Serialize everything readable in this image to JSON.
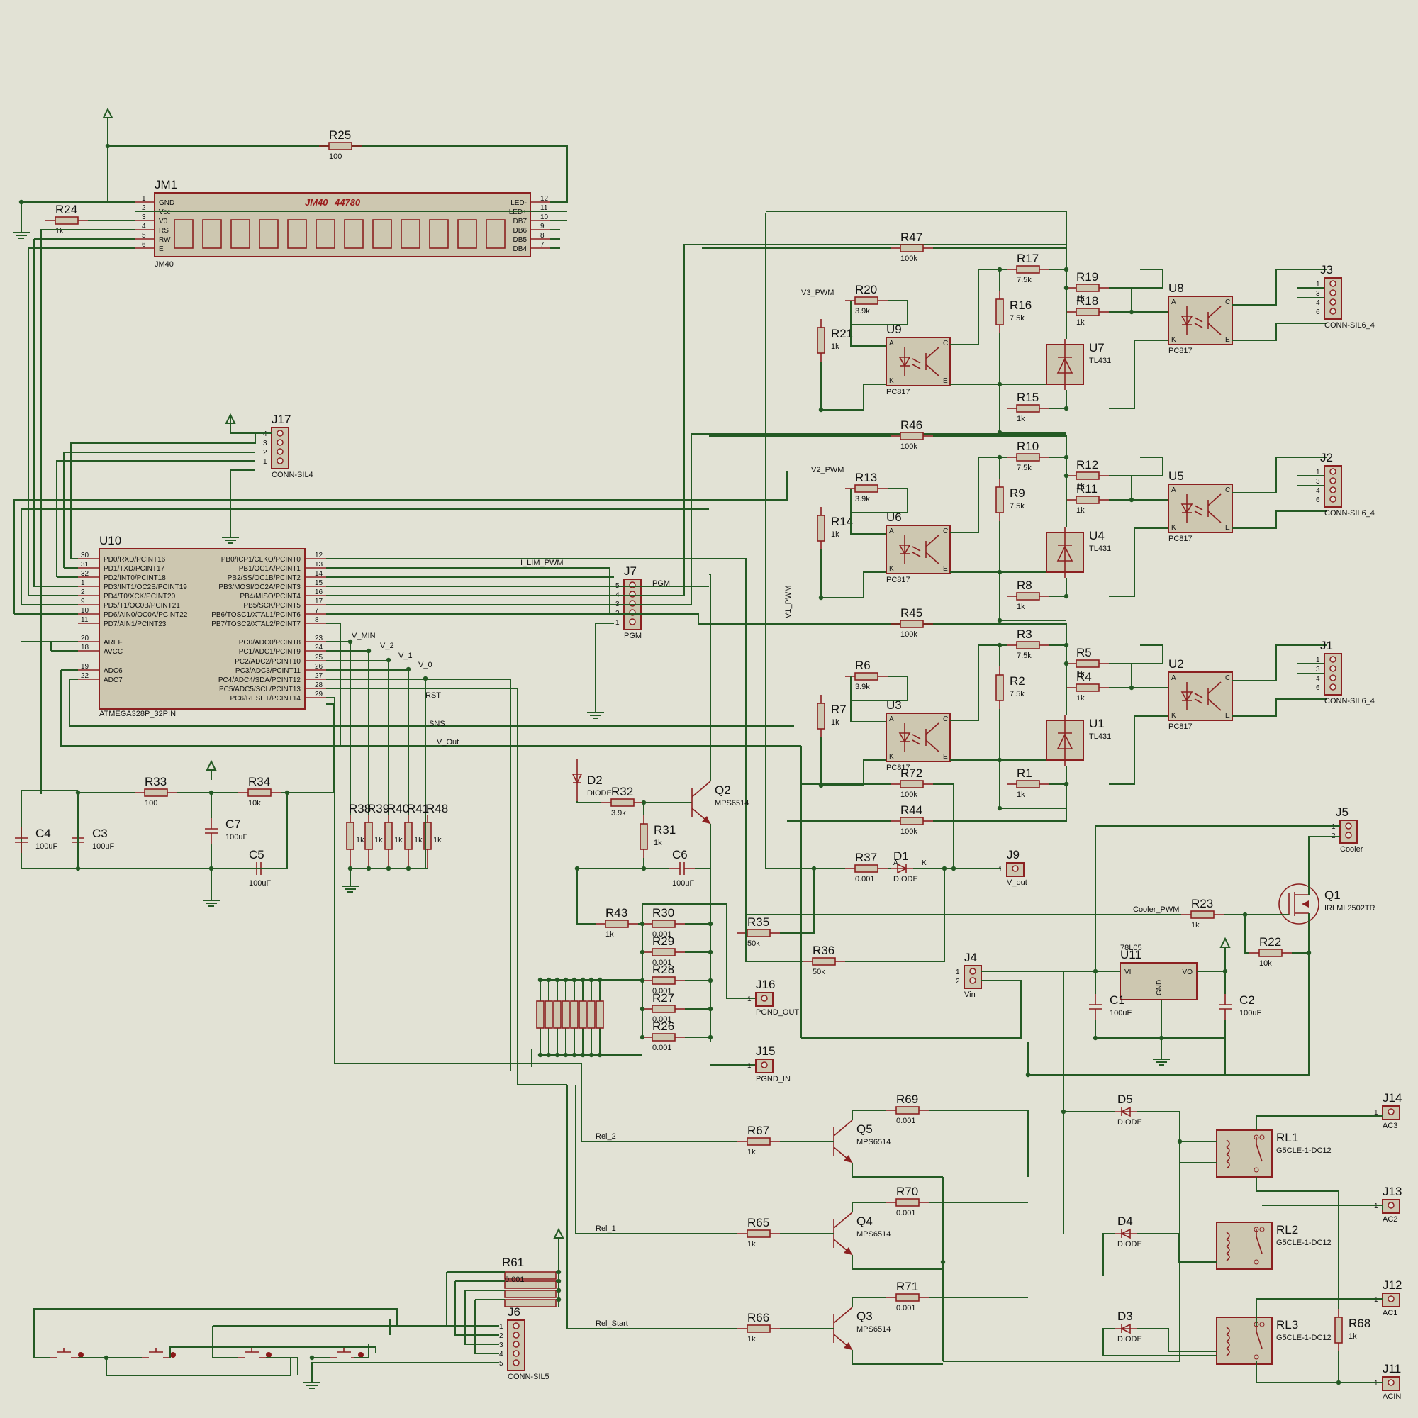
{
  "lcd": {
    "ref": "JM1",
    "value": "JM40",
    "title_a": "JM40",
    "title_b": "44780",
    "left_pins": [
      [
        "1",
        "GND"
      ],
      [
        "2",
        "Vcc"
      ],
      [
        "3",
        "V0"
      ],
      [
        "4",
        "RS"
      ],
      [
        "5",
        "RW"
      ],
      [
        "6",
        "E"
      ]
    ],
    "right_pins": [
      [
        "12",
        "LED-"
      ],
      [
        "11",
        "LED+"
      ],
      [
        "10",
        "DB7"
      ],
      [
        "9",
        "DB6"
      ],
      [
        "8",
        "DB5"
      ],
      [
        "7",
        "DB4"
      ]
    ]
  },
  "mcu": {
    "ref": "U10",
    "value": "ATMEGA328P_32PIN",
    "left_pins": [
      [
        "30",
        "PD0/RXD/PCINT16"
      ],
      [
        "31",
        "PD1/TXD/PCINT17"
      ],
      [
        "32",
        "PD2/INT0/PCINT18"
      ],
      [
        "1",
        "PD3/INT1/OC2B/PCINT19"
      ],
      [
        "2",
        "PD4/T0/XCK/PCINT20"
      ],
      [
        "9",
        "PD5/T1/OC0B/PCINT21"
      ],
      [
        "10",
        "PD6/AIN0/OC0A/PCINT22"
      ],
      [
        "11",
        "PD7/AIN1/PCINT23"
      ],
      [
        "20",
        "AREF"
      ],
      [
        "18",
        "AVCC"
      ],
      [
        "19",
        "ADC6"
      ],
      [
        "22",
        "ADC7"
      ]
    ],
    "right_pins": [
      [
        "12",
        "PB0/ICP1/CLKO/PCINT0"
      ],
      [
        "13",
        "PB1/OC1A/PCINT1"
      ],
      [
        "14",
        "PB2/SS/OC1B/PCINT2"
      ],
      [
        "15",
        "PB3/MOSI/OC2A/PCINT3"
      ],
      [
        "16",
        "PB4/MISO/PCINT4"
      ],
      [
        "17",
        "PB5/SCK/PCINT5"
      ],
      [
        "7",
        "PB6/TOSC1/XTAL1/PCINT6"
      ],
      [
        "8",
        "PB7/TOSC2/XTAL2/PCINT7"
      ],
      [
        "23",
        "PC0/ADC0/PCINT8"
      ],
      [
        "24",
        "PC1/ADC1/PCINT9"
      ],
      [
        "25",
        "PC2/ADC2/PCINT10"
      ],
      [
        "26",
        "PC3/ADC3/PCINT11"
      ],
      [
        "27",
        "PC4/ADC4/SDA/PCINT12"
      ],
      [
        "28",
        "PC5/ADC5/SCL/PCINT13"
      ],
      [
        "29",
        "PC6/RESET/PCINT14"
      ]
    ]
  },
  "nets": {
    "v3_pwm": "V3_PWM",
    "v2_pwm": "V2_PWM",
    "v1_pwm": "V1_PWM",
    "i_lim_pwm": "I_LIM_PWM",
    "v_min": "V_MIN",
    "v_2": "V_2",
    "v_1": "V_1",
    "v_0": "V_0",
    "rst": "RST",
    "isns": "ISNS",
    "v_out": "V_Out",
    "cooler_pwm": "Cooler_PWM",
    "rel_2": "Rel_2",
    "rel_1": "Rel_1",
    "rel_start": "Rel_Start"
  },
  "resistors": [
    {
      "ref": "R25",
      "val": "100"
    },
    {
      "ref": "R24",
      "val": "1k"
    },
    {
      "ref": "R47",
      "val": "100k"
    },
    {
      "ref": "R46",
      "val": "100k"
    },
    {
      "ref": "R45",
      "val": "100k"
    },
    {
      "ref": "R44",
      "val": "100k"
    },
    {
      "ref": "R72",
      "val": "100k"
    },
    {
      "ref": "R17",
      "val": "7.5k"
    },
    {
      "ref": "R16",
      "val": "7.5k"
    },
    {
      "ref": "R19",
      "val": "1k"
    },
    {
      "ref": "R18",
      "val": "1k"
    },
    {
      "ref": "R15",
      "val": "1k"
    },
    {
      "ref": "R20",
      "val": "3.9k"
    },
    {
      "ref": "R21",
      "val": "1k"
    },
    {
      "ref": "R10",
      "val": "7.5k"
    },
    {
      "ref": "R9",
      "val": "7.5k"
    },
    {
      "ref": "R12",
      "val": "1k"
    },
    {
      "ref": "R11",
      "val": "1k"
    },
    {
      "ref": "R8",
      "val": "1k"
    },
    {
      "ref": "R13",
      "val": "3.9k"
    },
    {
      "ref": "R14",
      "val": "1k"
    },
    {
      "ref": "R3",
      "val": "7.5k"
    },
    {
      "ref": "R2",
      "val": "7.5k"
    },
    {
      "ref": "R5",
      "val": "1k"
    },
    {
      "ref": "R4",
      "val": "1k"
    },
    {
      "ref": "R1",
      "val": "1k"
    },
    {
      "ref": "R6",
      "val": "3.9k"
    },
    {
      "ref": "R7",
      "val": "1k"
    },
    {
      "ref": "R33",
      "val": "100"
    },
    {
      "ref": "R34",
      "val": "10k"
    },
    {
      "ref": "R32",
      "val": "3.9k"
    },
    {
      "ref": "R31",
      "val": "1k"
    },
    {
      "ref": "R37",
      "val": "0.001"
    },
    {
      "ref": "R35",
      "val": "50k"
    },
    {
      "ref": "R36",
      "val": "50k"
    },
    {
      "ref": "R43",
      "val": "1k"
    },
    {
      "ref": "R30",
      "val": "0.001"
    },
    {
      "ref": "R29",
      "val": "0.001"
    },
    {
      "ref": "R28",
      "val": "0.001"
    },
    {
      "ref": "R27",
      "val": "0.001"
    },
    {
      "ref": "R26",
      "val": "0.001"
    },
    {
      "ref": "R23",
      "val": "1k"
    },
    {
      "ref": "R22",
      "val": "10k"
    },
    {
      "ref": "R69",
      "val": "0.001"
    },
    {
      "ref": "R70",
      "val": "0.001"
    },
    {
      "ref": "R71",
      "val": "0.001"
    },
    {
      "ref": "R67",
      "val": "1k"
    },
    {
      "ref": "R65",
      "val": "1k"
    },
    {
      "ref": "R66",
      "val": "1k"
    },
    {
      "ref": "R68",
      "val": "1k"
    },
    {
      "ref": "R61",
      "val": "0.001"
    }
  ],
  "rdivider": {
    "refs": [
      "R38",
      "R39",
      "R40",
      "R41",
      "R48"
    ],
    "val": "1k"
  },
  "caps": [
    {
      "ref": "C4",
      "val": "100uF"
    },
    {
      "ref": "C3",
      "val": "100uF"
    },
    {
      "ref": "C7",
      "val": "100uF"
    },
    {
      "ref": "C5",
      "val": "100uF"
    },
    {
      "ref": "C6",
      "val": "100uF"
    },
    {
      "ref": "C1",
      "val": "100uF"
    },
    {
      "ref": "C2",
      "val": "100uF"
    }
  ],
  "opto": [
    {
      "ref": "U9",
      "val": "PC817"
    },
    {
      "ref": "U8",
      "val": "PC817"
    },
    {
      "ref": "U6",
      "val": "PC817"
    },
    {
      "ref": "U5",
      "val": "PC817"
    },
    {
      "ref": "U3",
      "val": "PC817"
    },
    {
      "ref": "U2",
      "val": "PC817"
    }
  ],
  "tl431": [
    {
      "ref": "U7",
      "val": "TL431"
    },
    {
      "ref": "U4",
      "val": "TL431"
    },
    {
      "ref": "U1",
      "val": "TL431"
    }
  ],
  "conns": [
    {
      "ref": "J3",
      "val": "CONN-SIL6_4"
    },
    {
      "ref": "J2",
      "val": "CONN-SIL6_4"
    },
    {
      "ref": "J1",
      "val": "CONN-SIL6_4"
    },
    {
      "ref": "J17",
      "val": "CONN-SIL4"
    },
    {
      "ref": "J7",
      "val": "PGM"
    },
    {
      "ref": "J5",
      "val": "Cooler"
    },
    {
      "ref": "J9",
      "val": "V_out"
    },
    {
      "ref": "J4",
      "val": "Vin"
    },
    {
      "ref": "J16",
      "val": "PGND_OUT"
    },
    {
      "ref": "J15",
      "val": "PGND_IN"
    },
    {
      "ref": "J14",
      "val": "AC3"
    },
    {
      "ref": "J13",
      "val": "AC2"
    },
    {
      "ref": "J12",
      "val": "AC1"
    },
    {
      "ref": "J11",
      "val": "ACIN"
    },
    {
      "ref": "J6",
      "val": "CONN-SIL5"
    }
  ],
  "transistors": [
    {
      "ref": "Q2",
      "val": "MPS6514"
    },
    {
      "ref": "Q5",
      "val": "MPS6514"
    },
    {
      "ref": "Q4",
      "val": "MPS6514"
    },
    {
      "ref": "Q3",
      "val": "MPS6514"
    },
    {
      "ref": "Q1",
      "val": "IRLML2502TR"
    }
  ],
  "diodes": [
    {
      "ref": "D2",
      "val": "DIODE"
    },
    {
      "ref": "D1",
      "val": "DIODE"
    },
    {
      "ref": "D5",
      "val": "DIODE"
    },
    {
      "ref": "D4",
      "val": "DIODE"
    },
    {
      "ref": "D3",
      "val": "DIODE"
    }
  ],
  "relays": [
    {
      "ref": "RL1",
      "val": "G5CLE-1-DC12"
    },
    {
      "ref": "RL2",
      "val": "G5CLE-1-DC12"
    },
    {
      "ref": "RL3",
      "val": "G5CLE-1-DC12"
    }
  ],
  "reg": {
    "ref": "U11",
    "val": "78L05",
    "vi": "VI",
    "vo": "VO",
    "gnd": "GND"
  },
  "colors": {
    "background": "#e2e2d5",
    "wire": "#245a24",
    "component": "#8b2020",
    "body_fill": "#cdc7b0"
  }
}
